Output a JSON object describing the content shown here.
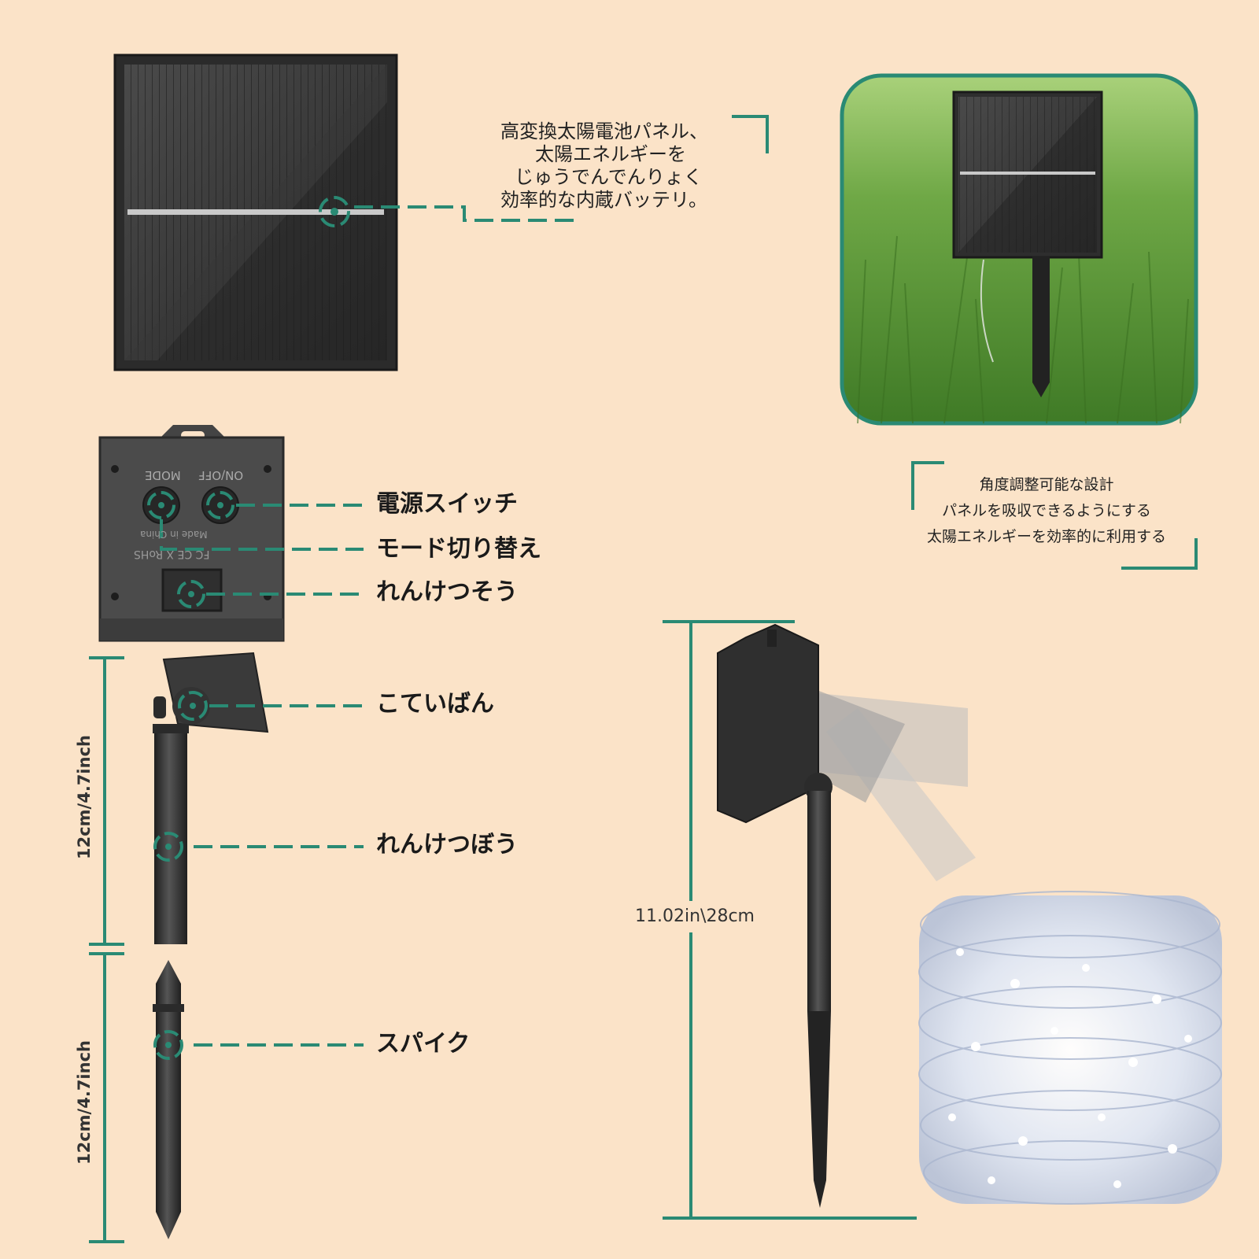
{
  "colors": {
    "background": "#fbe3c8",
    "accent": "#2a8a74",
    "panel": "#3a3a3a",
    "grass": "#5f9a3a"
  },
  "panel_description": {
    "lines": [
      "高変換太陽電池パネル、",
      "太陽エネルギーを",
      "じゅうでんでんりょく",
      "効率的な内蔵バッテリ。"
    ]
  },
  "angle_description": {
    "lines": [
      "角度調整可能な設計",
      "パネルを吸収できるようにする",
      "太陽エネルギーを効率的に利用する"
    ]
  },
  "controller": {
    "mode_label": "MODE",
    "onoff_label": "ON/OFF",
    "made_label": "Made in China",
    "cert_label": "FC CE X RoHS"
  },
  "callouts": {
    "power_switch": "電源スイッチ",
    "mode_switch": "モード切り替え",
    "connector": "れんけつそう",
    "bracket": "こていばん",
    "rod": "れんけつぼう",
    "spike": "スパイク"
  },
  "dimensions": {
    "upper_segment": "12cm/4.7inch",
    "lower_segment": "12cm/4.7inch",
    "total_height": "11.02in\\28cm"
  },
  "icons": [
    "target-icon",
    "solar-panel-illustration",
    "grass-photo",
    "led-coil-illustration"
  ]
}
